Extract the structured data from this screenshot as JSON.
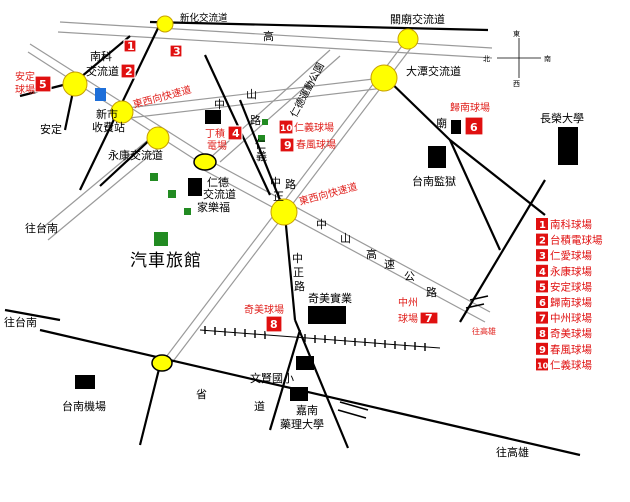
{
  "labels": {
    "xinhua_interchange": "新化交流道",
    "guanmiao_interchange": "關廟交流道",
    "nanke_interchange": "南科\n交流道",
    "dawan_interchange": "大潭交流道",
    "xinshi_toll": "新市\n收費站",
    "anding": "安定",
    "yongkang_interchange": "永康交流道",
    "rende_interchange": "仁德\n交流道",
    "jiale_fu": "家樂福",
    "to_tainan_1": "往台南",
    "to_tainan_2": "往台南",
    "car_hotel": "汽車旅館",
    "zhongshan_road": "中\n山\n路",
    "ren_yi": "仁\n義",
    "zhongzheng_road": "中\n正\n路",
    "rende_sports_park": "仁德運動公園",
    "east_west_expressway_1": "東西向快速道",
    "east_west_expressway_2": "東西向快速道",
    "gao_char": "高",
    "miao_char": "廟",
    "tainan_prison": "台南監獄",
    "changrong_university": "長榮大學",
    "zhongshan_freeway": "中 山 高 速 公 路",
    "qimei_industry": "奇美實業",
    "to_kaohsiung_1": "往高雄",
    "to_kaohsiung_2": "往高雄",
    "tainan_airport": "台南機場",
    "wenxian_elementary": "文賢國小",
    "sheng_char": "省",
    "dao_char": "道",
    "jianan_pharmacy": "嘉南\n藥理大學",
    "compass_n": "北",
    "compass_s": "南",
    "compass_e": "東",
    "compass_w": "西"
  },
  "courses": {
    "anding": "安定\n球場",
    "guinan": "歸南球場",
    "taijidian": "台積\n電球場",
    "renyi": "仁義球場",
    "chunfeng": "春風球場",
    "qimei": "奇美球場",
    "zhongzhou": "中州\n球場"
  },
  "legend": [
    {
      "num": "1",
      "name": "南科球場"
    },
    {
      "num": "2",
      "name": "台積電球場"
    },
    {
      "num": "3",
      "name": "仁愛球場"
    },
    {
      "num": "4",
      "name": "永康球場"
    },
    {
      "num": "5",
      "name": "安定球場"
    },
    {
      "num": "6",
      "name": "歸南球場"
    },
    {
      "num": "7",
      "name": "中州球場"
    },
    {
      "num": "8",
      "name": "奇美球場"
    },
    {
      "num": "9",
      "name": "春風球場"
    },
    {
      "num": "10",
      "name": "仁義球場"
    }
  ],
  "colors": {
    "road": "#000000",
    "expressway": "#aaaaaa",
    "interchange": "#ffff00",
    "course_marker": "#e01010",
    "course_label": "#e0201c",
    "building": "#000000",
    "green_block": "#228b22",
    "blue_block": "#1e6fd9"
  }
}
